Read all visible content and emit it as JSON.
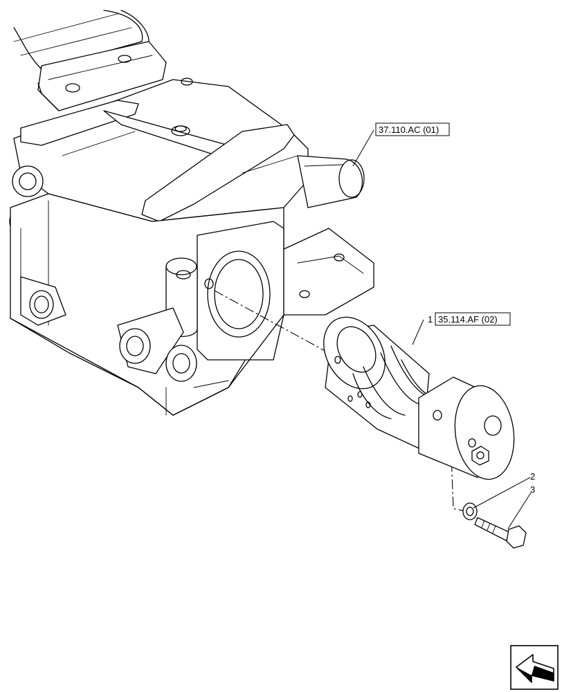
{
  "references": {
    "housing_ref": "37.110.AC (01)",
    "valve_ref": "35.114.AF (02)"
  },
  "callouts": {
    "item_1": "1",
    "item_2": "2",
    "item_3": "3"
  },
  "nav": {
    "icon": "next-page-arrow-icon"
  }
}
